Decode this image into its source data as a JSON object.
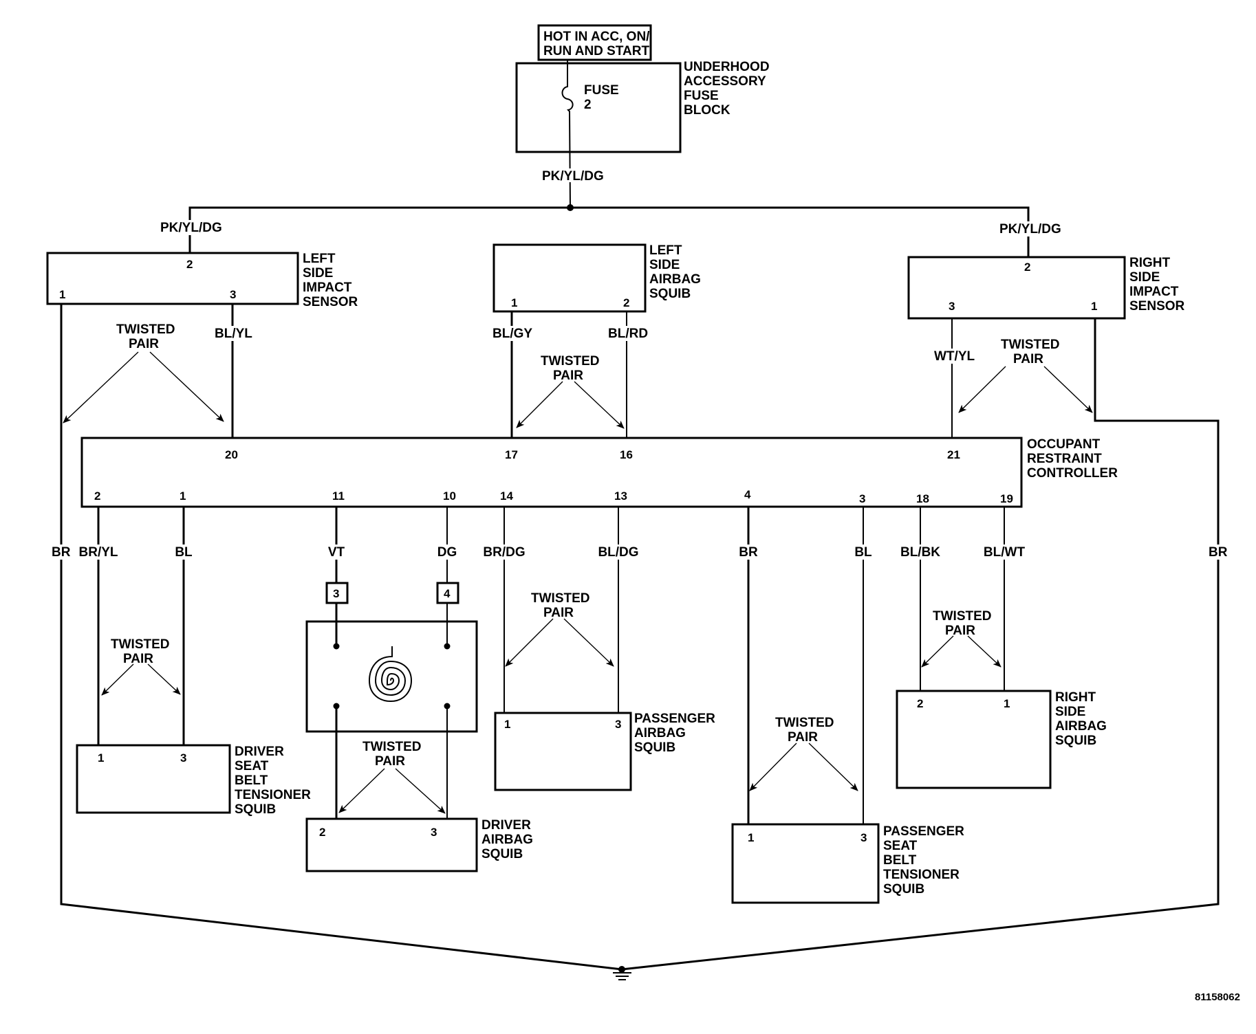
{
  "diagram": {
    "type": "wiring-schematic",
    "image_id": "81158062",
    "power_source": {
      "label_lines": [
        "HOT IN ACC, ON/",
        "RUN AND START"
      ]
    },
    "fuse_block": {
      "name_lines": [
        "UNDERHOOD",
        "ACCESSORY",
        "FUSE",
        "BLOCK"
      ],
      "fuse_lines": [
        "FUSE",
        "2"
      ],
      "output_wire": "PK/YL/DG"
    },
    "twisted_pair_lines": [
      "TWISTED",
      "PAIR"
    ],
    "components": {
      "left_impact_sensor": {
        "name_lines": [
          "LEFT",
          "SIDE",
          "IMPACT",
          "SENSOR"
        ],
        "pins": [
          "2",
          "1",
          "3"
        ],
        "input_wire": "PK/YL/DG",
        "pin3_wire": "BL/YL"
      },
      "left_airbag_squib": {
        "name_lines": [
          "LEFT",
          "SIDE",
          "AIRBAG",
          "SQUIB"
        ],
        "pins": [
          "1",
          "2"
        ],
        "wires": [
          "BL/GY",
          "BL/RD"
        ]
      },
      "right_impact_sensor": {
        "name_lines": [
          "RIGHT",
          "SIDE",
          "IMPACT",
          "SENSOR"
        ],
        "pins": [
          "2",
          "3",
          "1"
        ],
        "input_wire": "PK/YL/DG",
        "pin3_wire": "WT/YL"
      },
      "controller": {
        "name_lines": [
          "OCCUPANT",
          "RESTRAINT",
          "CONTROLLER"
        ],
        "top_pins": [
          "20",
          "17",
          "16",
          "21"
        ],
        "bottom_pins": [
          "2",
          "1",
          "11",
          "10",
          "14",
          "13",
          "4",
          "3",
          "18",
          "19"
        ],
        "bottom_wires": [
          "BR/YL",
          "BL",
          "VT",
          "DG",
          "BR/DG",
          "BL/DG",
          "BR",
          "BL",
          "BL/BK",
          "BL/WT"
        ]
      },
      "clockspring": {
        "connector_pins": [
          "3",
          "4"
        ]
      },
      "driver_seat_belt_tensioner": {
        "name_lines": [
          "DRIVER",
          "SEAT",
          "BELT",
          "TENSIONER",
          "SQUIB"
        ],
        "pins": [
          "1",
          "3"
        ]
      },
      "driver_airbag_squib": {
        "name_lines": [
          "DRIVER",
          "AIRBAG",
          "SQUIB"
        ],
        "pins": [
          "2",
          "3"
        ]
      },
      "passenger_airbag_squib": {
        "name_lines": [
          "PASSENGER",
          "AIRBAG",
          "SQUIB"
        ],
        "pins": [
          "1",
          "3"
        ]
      },
      "passenger_seat_belt_tensioner": {
        "name_lines": [
          "PASSENGER",
          "SEAT",
          "BELT",
          "TENSIONER",
          "SQUIB"
        ],
        "pins": [
          "1",
          "3"
        ]
      },
      "right_airbag_squib": {
        "name_lines": [
          "RIGHT",
          "SIDE",
          "AIRBAG",
          "SQUIB"
        ],
        "pins": [
          "2",
          "1"
        ]
      }
    },
    "ground_wires": {
      "left": "BR",
      "right": "BR"
    }
  }
}
